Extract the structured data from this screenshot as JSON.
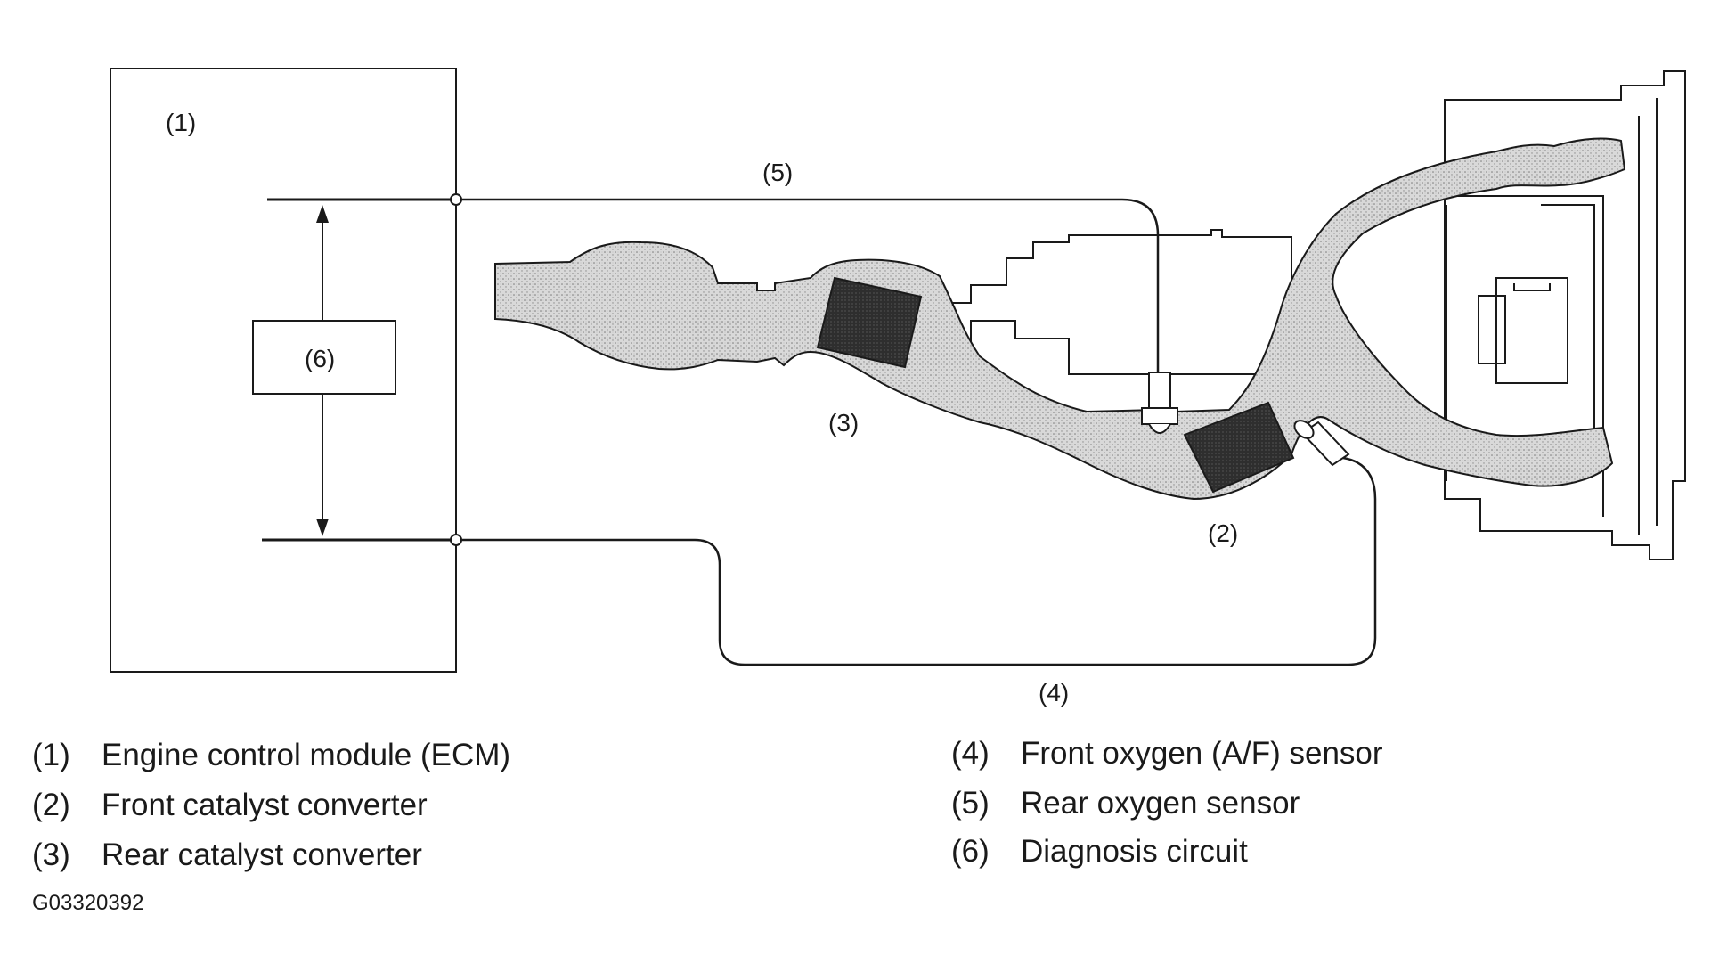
{
  "diagram": {
    "callouts": {
      "ecm": "(1)",
      "front_catalyst": "(2)",
      "rear_catalyst": "(3)",
      "front_sensor_wire": "(4)",
      "rear_sensor_wire": "(5)",
      "diagnosis_circuit": "(6)"
    }
  },
  "legend": {
    "left": [
      {
        "num": "(1)",
        "text": "Engine control module (ECM)"
      },
      {
        "num": "(2)",
        "text": "Front catalyst converter"
      },
      {
        "num": "(3)",
        "text": "Rear catalyst converter"
      }
    ],
    "right": [
      {
        "num": "(4)",
        "text": "Front oxygen (A/F) sensor"
      },
      {
        "num": "(5)",
        "text": "Rear oxygen sensor"
      },
      {
        "num": "(6)",
        "text": "Diagnosis circuit"
      }
    ]
  },
  "figure_code": "G03320392",
  "colors": {
    "line": "#1a1a1a",
    "exhaust_fill": "#cfcfcf",
    "catalyst_fill": "#3a3a3a"
  }
}
